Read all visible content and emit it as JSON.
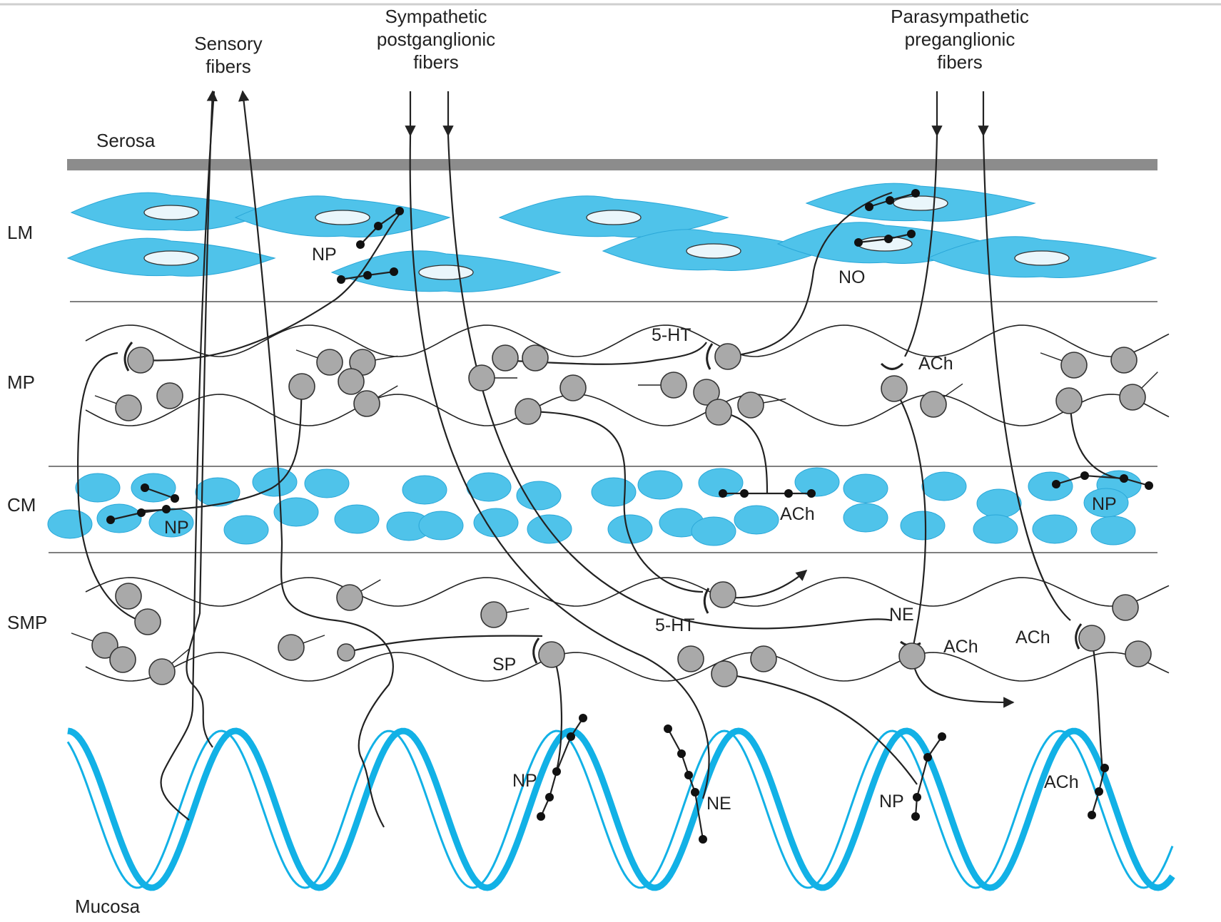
{
  "headers": {
    "sensory": [
      "Sensory",
      "fibers"
    ],
    "sympathetic": [
      "Sympathetic",
      "postganglionic",
      "fibers"
    ],
    "parasympathetic": [
      "Parasympathetic",
      "preganglionic",
      "fibers"
    ]
  },
  "layers": {
    "serosa": "Serosa",
    "lm": "LM",
    "mp": "MP",
    "cm": "CM",
    "smp": "SMP",
    "mucosa": "Mucosa"
  },
  "transmitters": [
    "NP",
    "NO",
    "5-HT",
    "ACh",
    "NP",
    "ACh",
    "NP",
    "5-HT",
    "NE",
    "ACh",
    "ACh",
    "SP",
    "NP",
    "NE",
    "NP",
    "ACh"
  ],
  "colors": {
    "muscle_fill": "#4fc3ea",
    "muscle_stroke": "#2aa7d8",
    "mucosa": "#12b1e6",
    "neuron_fill": "#a9a9a9",
    "serosa_bar": "#8c8c8c",
    "line": "#222222"
  }
}
